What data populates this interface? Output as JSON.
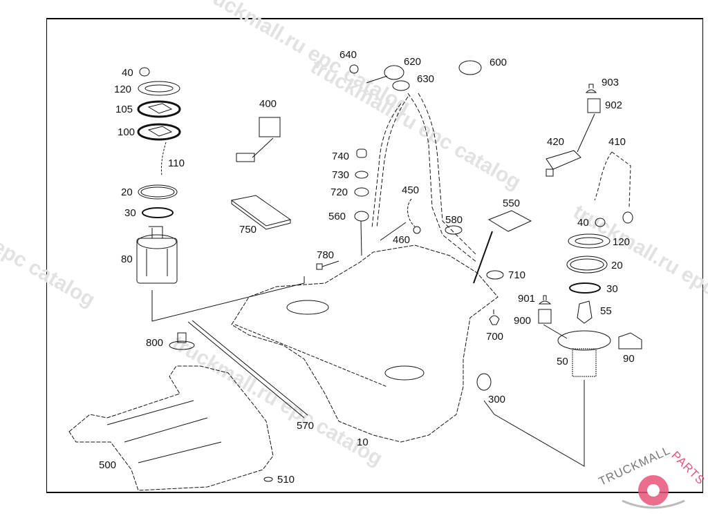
{
  "diagram": {
    "title": "Fuel tank assembly exploded view",
    "watermarks": [
      "truckmall.ru epc catalog",
      "truckmall.ru epc catalog",
      "truckmall.ru epc catalog",
      "epc catalog",
      "truckmall.ru epc catalog"
    ],
    "logo": {
      "text_dark": "TRUCKMALL",
      "text_accent": "PARTS",
      "accent_color": "#e8547a",
      "dark_color": "#777777"
    },
    "callouts": [
      {
        "id": "40a",
        "label": "40"
      },
      {
        "id": "120a",
        "label": "120"
      },
      {
        "id": "105",
        "label": "105"
      },
      {
        "id": "100",
        "label": "100"
      },
      {
        "id": "110",
        "label": "110"
      },
      {
        "id": "20a",
        "label": "20"
      },
      {
        "id": "30a",
        "label": "30"
      },
      {
        "id": "80",
        "label": "80"
      },
      {
        "id": "400",
        "label": "400"
      },
      {
        "id": "750",
        "label": "750"
      },
      {
        "id": "640",
        "label": "640"
      },
      {
        "id": "620",
        "label": "620"
      },
      {
        "id": "630",
        "label": "630"
      },
      {
        "id": "600",
        "label": "600"
      },
      {
        "id": "903",
        "label": "903"
      },
      {
        "id": "902",
        "label": "902"
      },
      {
        "id": "420",
        "label": "420"
      },
      {
        "id": "410",
        "label": "410"
      },
      {
        "id": "740",
        "label": "740"
      },
      {
        "id": "730",
        "label": "730"
      },
      {
        "id": "720",
        "label": "720"
      },
      {
        "id": "560",
        "label": "560"
      },
      {
        "id": "450",
        "label": "450"
      },
      {
        "id": "460",
        "label": "460"
      },
      {
        "id": "580",
        "label": "580"
      },
      {
        "id": "550",
        "label": "550"
      },
      {
        "id": "780",
        "label": "780"
      },
      {
        "id": "40b",
        "label": "40"
      },
      {
        "id": "120b",
        "label": "120"
      },
      {
        "id": "20b",
        "label": "20"
      },
      {
        "id": "30b",
        "label": "30"
      },
      {
        "id": "710",
        "label": "710"
      },
      {
        "id": "901",
        "label": "901"
      },
      {
        "id": "900",
        "label": "900"
      },
      {
        "id": "55",
        "label": "55"
      },
      {
        "id": "700",
        "label": "700"
      },
      {
        "id": "90",
        "label": "90"
      },
      {
        "id": "50",
        "label": "50"
      },
      {
        "id": "800",
        "label": "800"
      },
      {
        "id": "300",
        "label": "300"
      },
      {
        "id": "570",
        "label": "570"
      },
      {
        "id": "10",
        "label": "10"
      },
      {
        "id": "500",
        "label": "500"
      },
      {
        "id": "510",
        "label": "510"
      }
    ]
  }
}
